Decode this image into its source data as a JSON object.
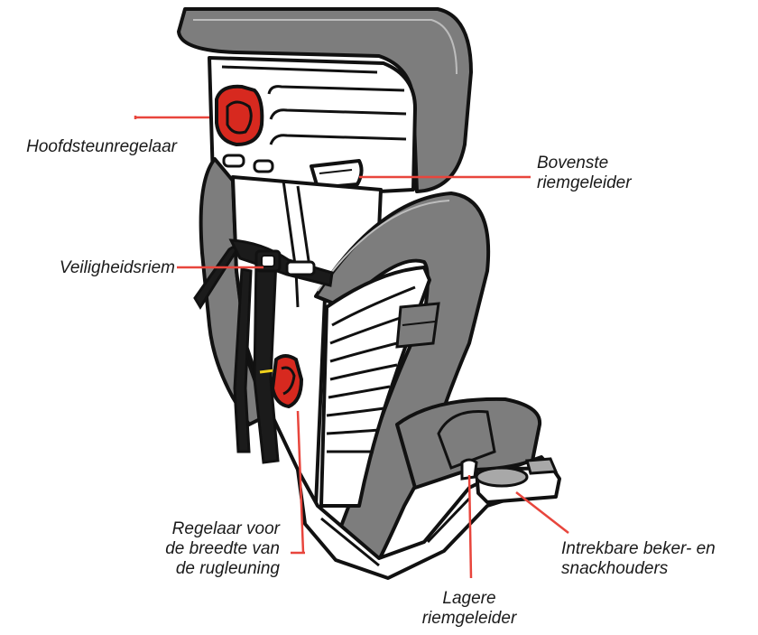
{
  "labels": {
    "headrest_adjuster": "Hoofdsteunregelaar",
    "upper_belt_guide_1": "Bovenste",
    "upper_belt_guide_2": "riemgeleider",
    "safety_belt": "Veiligheidsriem",
    "backrest_width_1": "Regelaar voor",
    "backrest_width_2": "de breedte van",
    "backrest_width_3": "de rugleuning",
    "cup_holder_1": "Intrekbare beker- en",
    "cup_holder_2": "snackhouders",
    "lower_belt_guide_1": "Lagere",
    "lower_belt_guide_2": "riemgeleider"
  },
  "colors": {
    "pointer": "#e8453c",
    "outline": "#111111",
    "cushion": "#7d7d7d",
    "shell": "#ffffff",
    "adjuster": "#d7291f",
    "belt": "#1b1b1b",
    "cup": "#a8a8a8",
    "marker": "#f2d21c"
  }
}
